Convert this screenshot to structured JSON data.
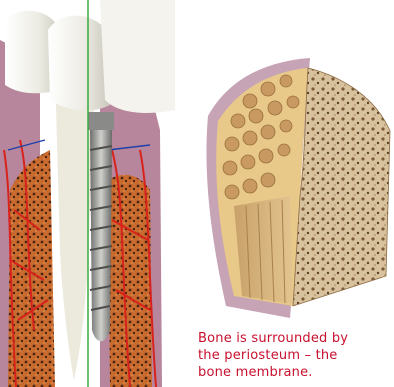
{
  "caption": {
    "lines": [
      "Bone is surrounded by",
      "the periosteum – the",
      "bone membrane."
    ]
  },
  "colors": {
    "caption": "#c8102e",
    "gum": "#b7869c",
    "blood_vessel": "#d8221c",
    "bone_marrow": "#c96a2e",
    "enamel": "#f2f1ea",
    "implant": "#9a9a98",
    "guide_line": "#3caa3c",
    "periosteum": "#c7a3b6",
    "compact_bone": "#e8c98a",
    "spongy_bone": "#cbb08a"
  },
  "illustrations": {
    "left": "tooth-and-implant-cross-section",
    "right": "bone-cross-section"
  }
}
